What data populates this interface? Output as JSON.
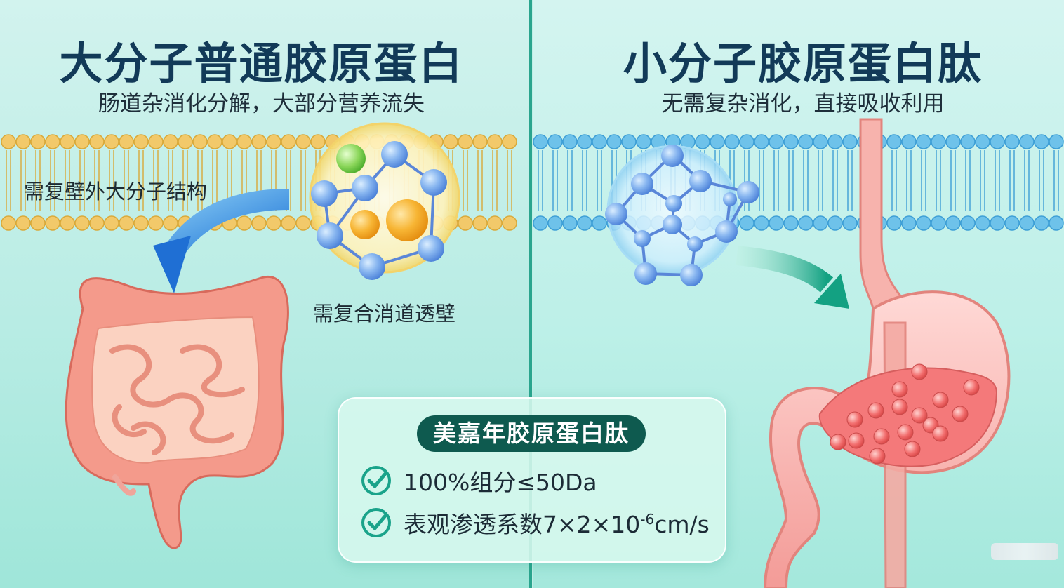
{
  "left": {
    "title": "大分子普通胶原蛋白",
    "subtitle": "肠道杂消化分解，大部分营养流失",
    "label_membrane": "需复壁外大分子结构",
    "label_digest": "需复合消道透壁"
  },
  "right": {
    "title": "小分子胶原蛋白肽",
    "subtitle": "无需复杂消化，直接吸收利用"
  },
  "infobox": {
    "title": "美嘉年胶原蛋白肽",
    "feature1": "100%组分≤50Da",
    "feature2_prefix": "表观渗透系数7×2×10",
    "feature2_exp": "-6",
    "feature2_suffix": "cm/s"
  },
  "colors": {
    "divider": "#2aa58e",
    "membrane_left": "#f2c96a",
    "membrane_right": "#6ec2ea",
    "intestine": "#f08d7e",
    "stomach": "#f27c7c",
    "check": "#1aa38a"
  },
  "icons": [
    "curved-arrow-icon",
    "check-icon"
  ]
}
